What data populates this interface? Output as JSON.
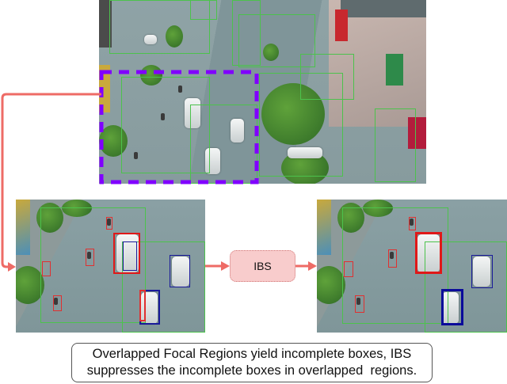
{
  "figure": {
    "top_image": {
      "label": "original-aerial-scene",
      "focus_region_color": "#8000ff"
    },
    "left_image": {
      "label": "detections-before-ibs"
    },
    "right_image": {
      "label": "detections-after-ibs"
    },
    "ibs_node": {
      "label": "IBS",
      "fill": "#f8cccc",
      "border": "#d27777"
    },
    "arrow_color": "#ee6b66",
    "focal_region_color": "#4cc24c",
    "caption": {
      "line1": "Overlapped Focal Regions yield incomplete boxes, IBS",
      "line2": "suppresses the incomplete boxes in overlapped  regions."
    }
  }
}
